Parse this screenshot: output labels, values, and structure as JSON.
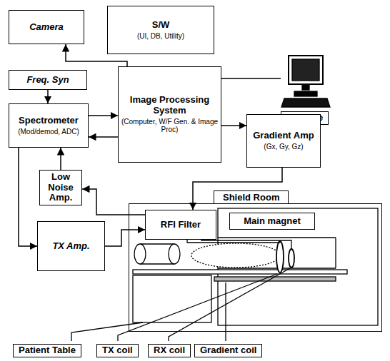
{
  "diagram": {
    "nodes": [
      {
        "text": [
          "Camera"
        ]
      },
      {
        "text": [
          "S/W",
          "(UI, DB, Utility)"
        ]
      },
      {
        "text": [
          "Image Processing System",
          "(Computer, W/F Gen. & Image Proc)"
        ]
      },
      {
        "text": [
          "Console"
        ]
      },
      {
        "text": [
          "Freq. Syn"
        ]
      },
      {
        "text": [
          "Spectrometer",
          "(Mod/demod, ADC)"
        ]
      },
      {
        "text": [
          "Gradient Amp",
          "(Gx, Gy, Gz)"
        ]
      },
      {
        "text": [
          "Low Noise Amp."
        ]
      },
      {
        "text": [
          "TX Amp."
        ]
      },
      {
        "text": [
          "Shield Room"
        ]
      },
      {
        "text": [
          "RFI Filter"
        ],
        "in": 9
      },
      {
        "text": [
          "Main magnet"
        ],
        "in": 9
      },
      {
        "text": [
          "Patient Table"
        ]
      },
      {
        "text": [
          "TX coil"
        ]
      },
      {
        "text": [
          "RX coil"
        ]
      },
      {
        "text": [
          "Gradient coil"
        ]
      }
    ],
    "edges": [
      {
        "from": 2,
        "to": 0,
        "arrow": "to"
      },
      {
        "from": 2,
        "to": 3,
        "arrow": "none"
      },
      {
        "from": 4,
        "to": 5,
        "arrow": "to"
      },
      {
        "from": 5,
        "to": 2,
        "arrow": "to"
      },
      {
        "from": 2,
        "to": 5,
        "arrow": "to"
      },
      {
        "from": 2,
        "to": 6,
        "arrow": "to"
      },
      {
        "from": 6,
        "to": 10,
        "arrow": "to"
      },
      {
        "from": 7,
        "to": 5,
        "arrow": "to"
      },
      {
        "from": 10,
        "to": 7,
        "arrow": "to"
      },
      {
        "from": 8,
        "to": 10,
        "arrow": "to"
      },
      {
        "from": 5,
        "to": 8,
        "arrow": "to"
      }
    ]
  }
}
